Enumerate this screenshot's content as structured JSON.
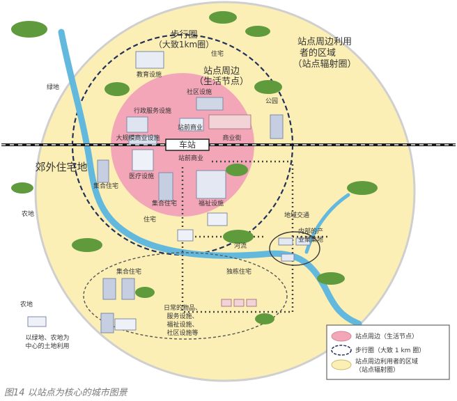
{
  "caption": "图14 以站点为核心的城市图景",
  "colors": {
    "outer_circle": "#fbefb6",
    "outer_border": "#cfcfcf",
    "inner_circle": "#f3a6b8",
    "walking_ring": "#22305a",
    "river": "#62b9dd",
    "railway": "#1a1a1a",
    "tree": "#5f9a3c",
    "building": "#9aa8c6"
  },
  "labels": {
    "walking_circle_title": "步行圈",
    "walking_circle_sub": "（大致1km圈）",
    "station_area_title": "站点周边",
    "station_area_sub": "（生活节点）",
    "radiation_line1": "站点周边利用",
    "radiation_line2": "者的区域",
    "radiation_line3": "（站点辐射圈）",
    "greenland": "绿地",
    "housing_top": "住宅",
    "education": "教育设施",
    "community": "社区设施",
    "park": "公园",
    "administration": "行政服务设施",
    "station_commerce_n": "站前商业",
    "large_commerce": "大规模商业设施",
    "shopping_street": "商业街",
    "station": "车站",
    "station_commerce_s": "站前商业",
    "suburban_housing": "郊外住宅地",
    "medical": "医疗设施",
    "collective_housing_w": "集合住宅",
    "collective_housing_s": "集合住宅",
    "welfare": "福祉设施",
    "farmland_w": "农地",
    "housing_bottom": "住宅",
    "regional_traffic": "地域交通",
    "local_industry_line1": "内部的产",
    "local_industry_line2": "业聚集地",
    "river": "河流",
    "collective_housing_low": "集合住宅",
    "detached_housing": "独栋住宅",
    "farmland_sw": "农地",
    "daily_line1": "日常的物品、",
    "daily_line2": "服务设施、",
    "daily_line3": "福祉设施、",
    "daily_line4": "社区设施等",
    "landuse_line1": "以绿地、农地为",
    "landuse_line2": "中心的土地利用"
  },
  "legend": {
    "item1": "站点周边（生活节点）",
    "item2": "步行圈（大致 1 km 圈）",
    "item3_line1": "站点周边利用者的区域",
    "item3_line2": "（站点辐射圈）"
  }
}
